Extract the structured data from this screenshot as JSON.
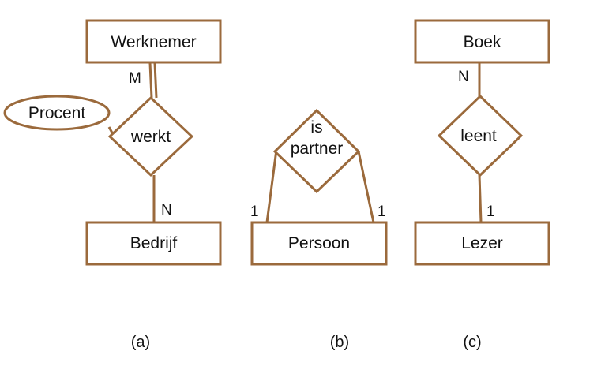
{
  "diagrams": {
    "a": {
      "caption": "(a)",
      "entity_top": "Werknemer",
      "entity_bottom": "Bedrijf",
      "relationship": "werkt",
      "attribute": "Procent",
      "card_top": "M",
      "card_bottom": "N"
    },
    "b": {
      "caption": "(b)",
      "entity": "Persoon",
      "relationship_line1": "is",
      "relationship_line2": "partner",
      "card_left": "1",
      "card_right": "1"
    },
    "c": {
      "caption": "(c)",
      "entity_top": "Boek",
      "entity_bottom": "Lezer",
      "relationship": "leent",
      "card_top": "N",
      "card_bottom": "1"
    }
  },
  "colors": {
    "stroke": "#9b6a3c",
    "text": "#111111",
    "background": "#ffffff"
  }
}
